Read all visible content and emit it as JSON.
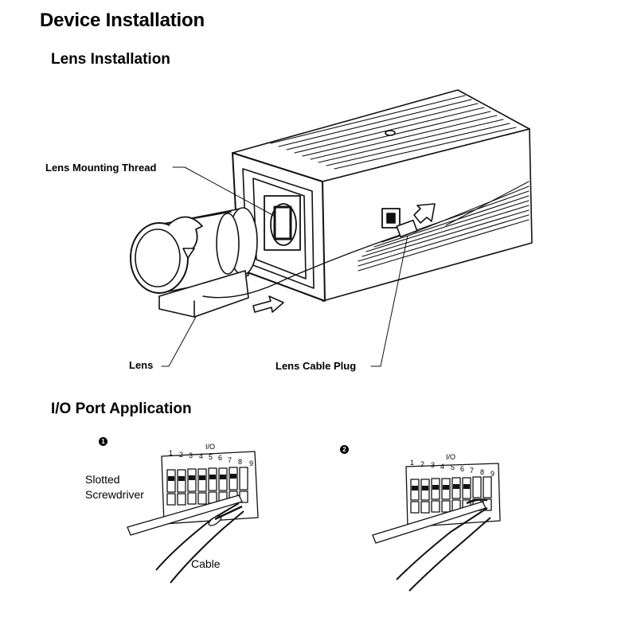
{
  "page": {
    "title": "Device Installation"
  },
  "lens_section": {
    "heading": "Lens Installation",
    "labels": {
      "mounting_thread": "Lens Mounting Thread",
      "lens": "Lens",
      "cable_plug": "Lens Cable Plug"
    }
  },
  "io_section": {
    "heading": "I/O Port Application",
    "steps": [
      {
        "badge": "1",
        "labels": {
          "tool": "Slotted\nScrewdriver",
          "cable": "Cable"
        }
      },
      {
        "badge": "2"
      }
    ],
    "terminal": {
      "group_label": "I/O",
      "pins": [
        "1",
        "2",
        "3",
        "4",
        "5",
        "6",
        "7",
        "8",
        "9"
      ]
    }
  },
  "icons": [
    "rotate-arrow-icon",
    "push-arrow-icon",
    "step-badge-icon"
  ]
}
